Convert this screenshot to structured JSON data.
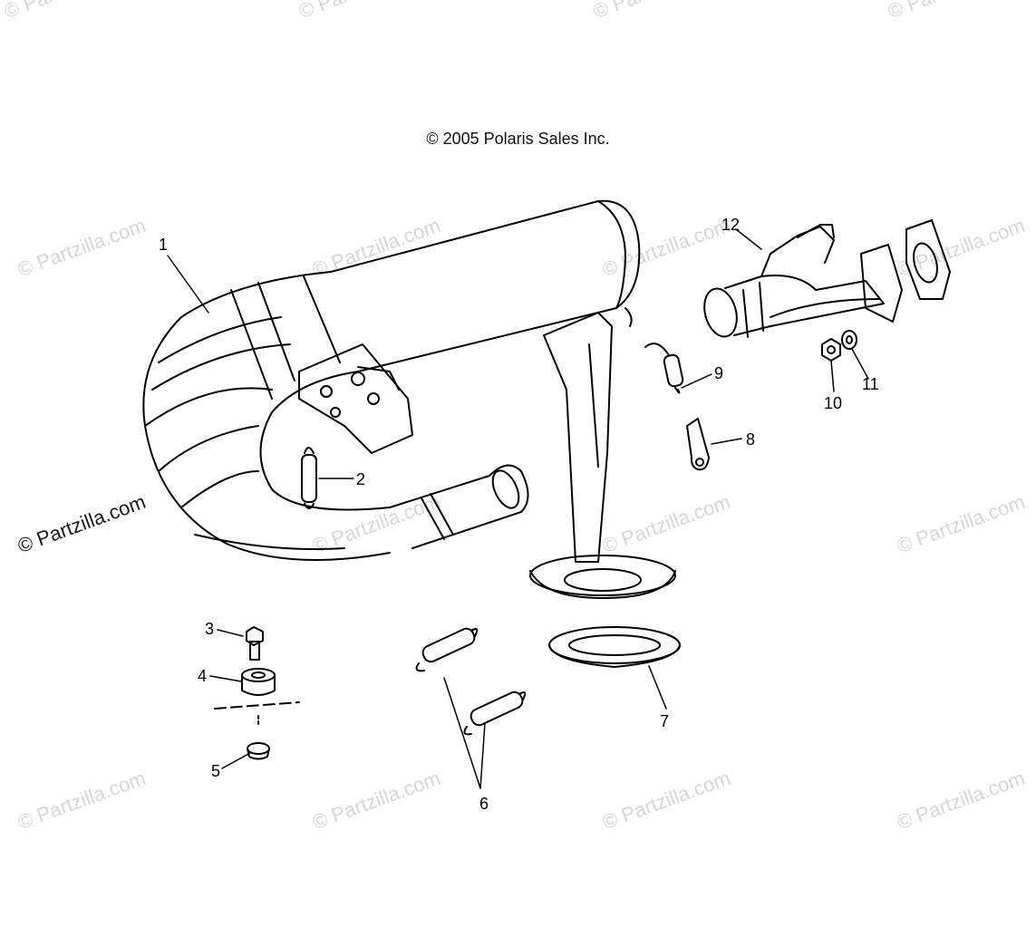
{
  "copyright": "© 2005 Polaris Sales Inc.",
  "watermark": "© Partzilla.com",
  "callouts": {
    "c1": "1",
    "c2": "2",
    "c3": "3",
    "c4": "4",
    "c5": "5",
    "c6": "6",
    "c7": "7",
    "c8": "8",
    "c9": "9",
    "c10": "10",
    "c11": "11",
    "c12": "12"
  },
  "colors": {
    "line": "#000000",
    "watermark": "#d6d6d6",
    "background": "#ffffff"
  }
}
